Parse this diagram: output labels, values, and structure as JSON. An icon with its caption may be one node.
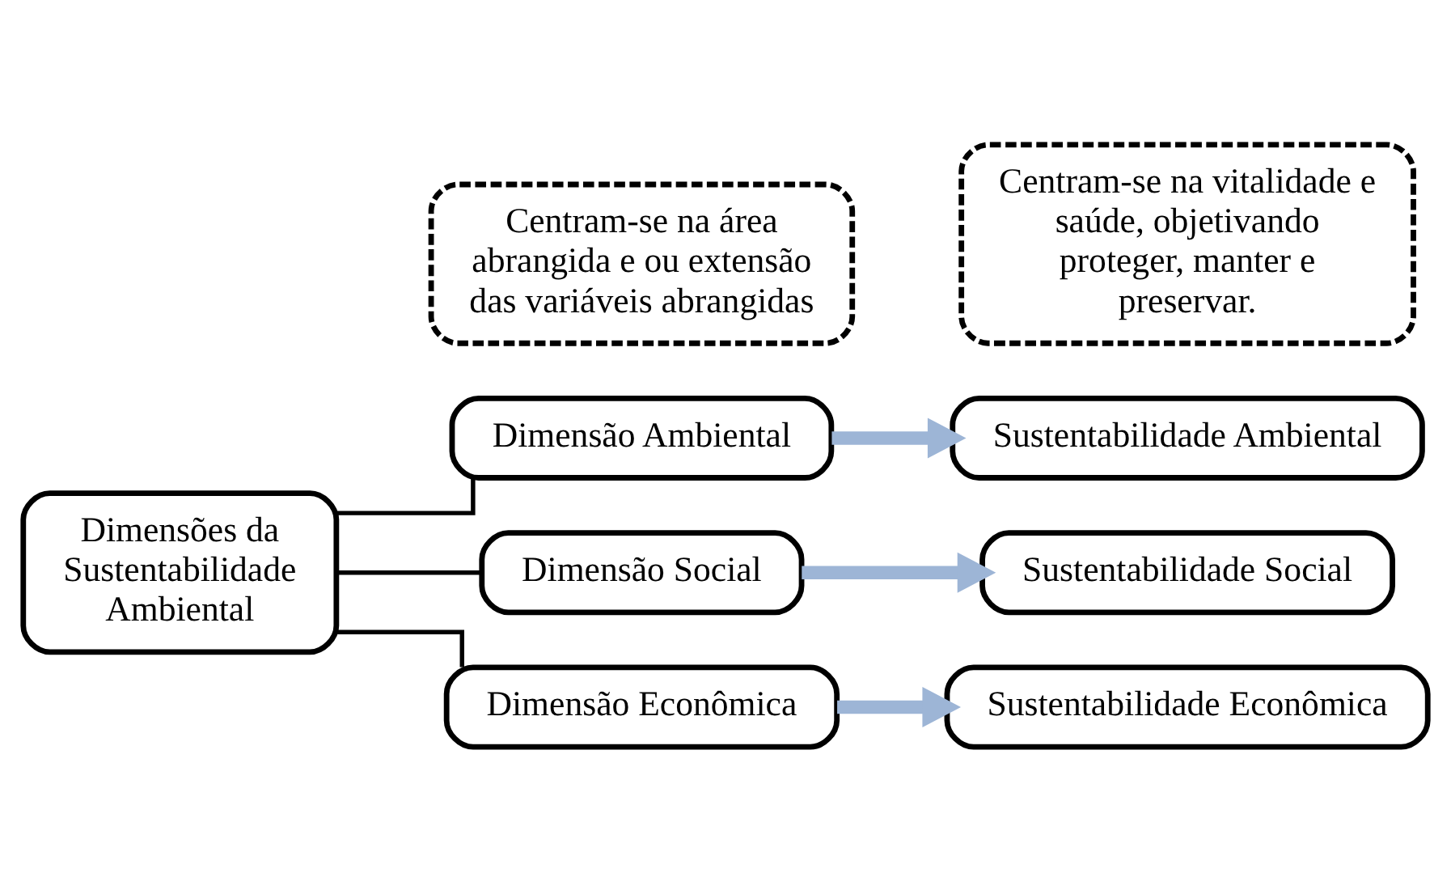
{
  "diagram": {
    "nodes": [
      {
        "text": [
          "Dimensões da Sustentabilidade Ambiental"
        ]
      },
      {
        "text": [
          "Dimensão Ambiental"
        ]
      },
      {
        "text": [
          "Dimensão Social"
        ]
      },
      {
        "text": [
          "Dimensão Econômica"
        ]
      },
      {
        "text": [
          "Sustentabilidade Ambiental"
        ]
      },
      {
        "text": [
          "Sustentabilidade Social"
        ]
      },
      {
        "text": [
          "Sustentabilidade Econômica"
        ]
      },
      {
        "text": [
          "Centram-se na área abrangida e ou extensão das variáveis abrangidas"
        ]
      },
      {
        "text": [
          "Centram-se na vitalidade e saúde, objetivando proteger, manter e preservar."
        ]
      }
    ],
    "edges": [
      {
        "from": 0,
        "to": 1,
        "arrow": "none"
      },
      {
        "from": 0,
        "to": 2,
        "arrow": "none"
      },
      {
        "from": 0,
        "to": 3,
        "arrow": "none"
      },
      {
        "from": 1,
        "to": 4,
        "arrow": "to",
        "style": "thick",
        "color": "#9db5d6"
      },
      {
        "from": 2,
        "to": 5,
        "arrow": "to",
        "style": "thick",
        "color": "#9db5d6"
      },
      {
        "from": 3,
        "to": 6,
        "arrow": "to",
        "style": "thick",
        "color": "#9db5d6"
      }
    ]
  }
}
